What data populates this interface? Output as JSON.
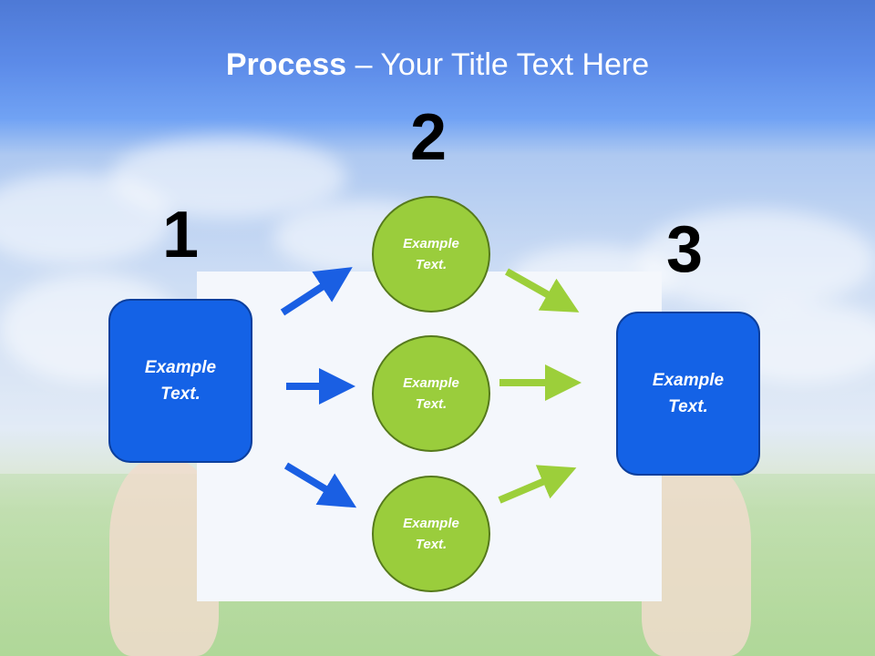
{
  "title": {
    "bold": "Process",
    "rest": " – Your Title Text Here"
  },
  "numbers": [
    "1",
    "2",
    "3"
  ],
  "boxes": [
    {
      "label": "Example\nText."
    },
    {
      "label": "Example\nText."
    }
  ],
  "circles": [
    {
      "label": "Example\nText."
    },
    {
      "label": "Example\nText."
    },
    {
      "label": "Example\nText."
    }
  ],
  "colors": {
    "blue": "#1462e6",
    "green": "#9acd3c",
    "arrow_blue": "#1a5fe3",
    "arrow_green": "#9ccf3a"
  }
}
